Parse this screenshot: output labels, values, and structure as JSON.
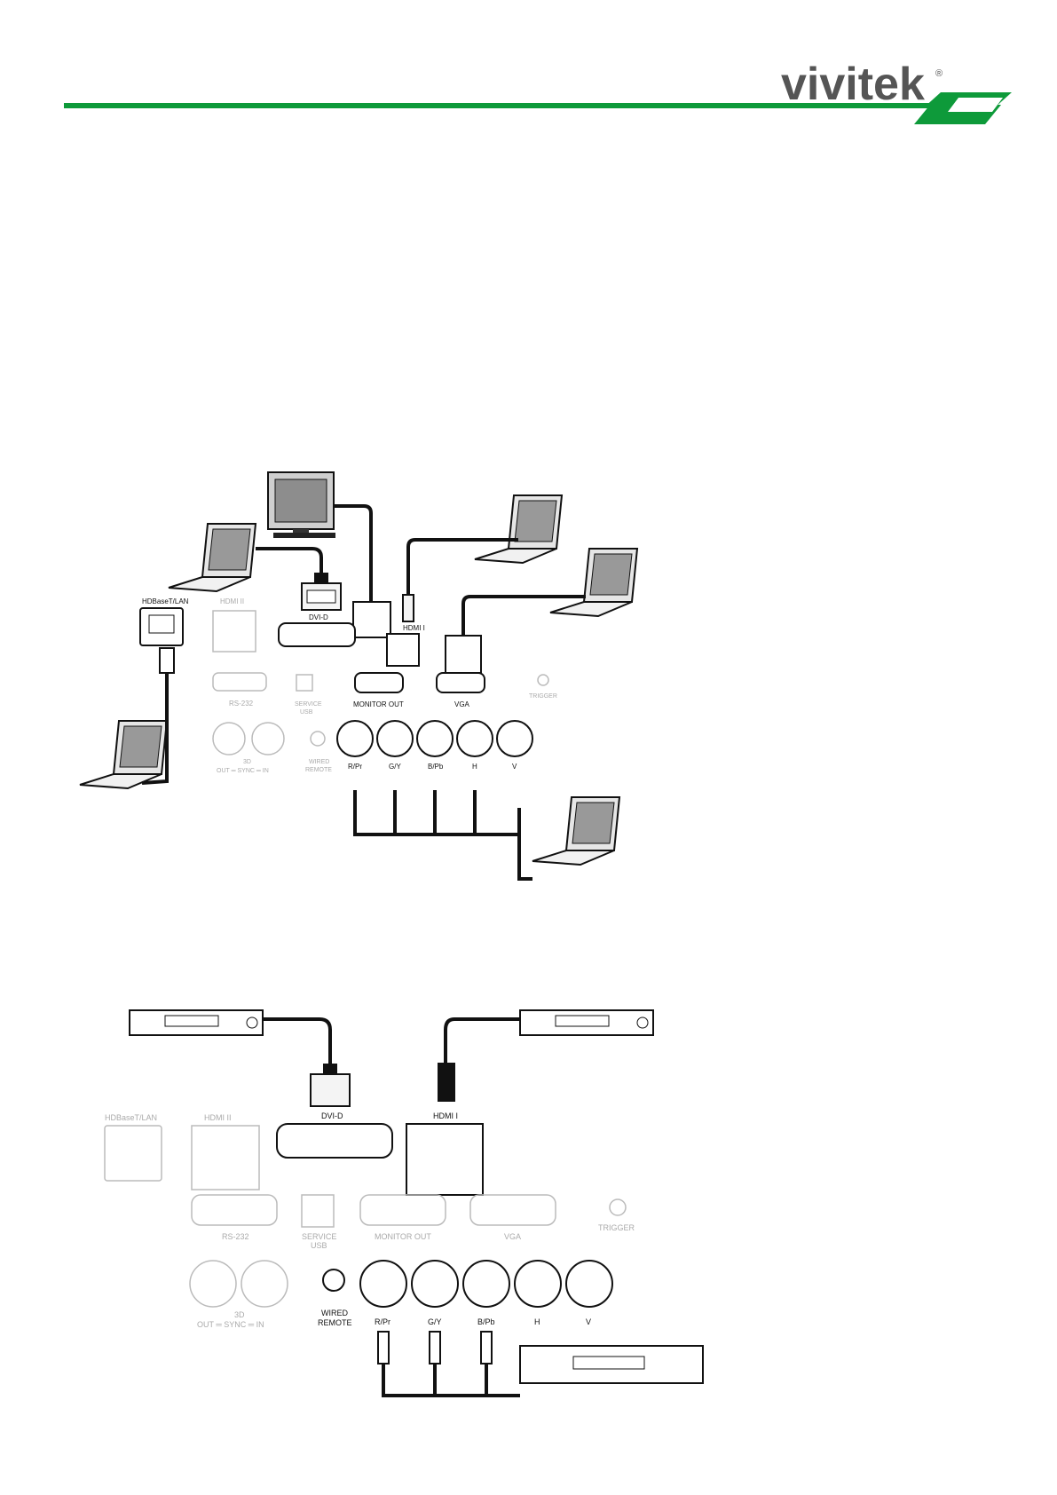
{
  "header": {
    "brand": "vivitek",
    "registered_mark": "®",
    "accent_color": "#0e9a3a"
  },
  "diagram1": {
    "ports": {
      "hdbaset": "HDBaseT/LAN",
      "hdmi2": "HDMI II",
      "dvid": "DVI-D",
      "hdmi1": "HDMI I",
      "rs232": "RS-232",
      "service_usb": "SERVICE",
      "service_usb2": "USB",
      "monitor_out": "MONITOR OUT",
      "vga": "VGA",
      "trigger": "TRIGGER",
      "threed": "3D",
      "sync": "OUT ═ SYNC ═ IN",
      "wired_remote": "WIRED",
      "wired_remote2": "REMOTE",
      "bnc_r": "R/Pr",
      "bnc_g": "G/Y",
      "bnc_b": "B/Pb",
      "bnc_h": "H",
      "bnc_v": "V"
    }
  },
  "diagram2": {
    "ports": {
      "hdbaset": "HDBaseT/LAN",
      "hdmi2": "HDMI II",
      "dvid": "DVI-D",
      "hdmi1": "HDMI I",
      "rs232": "RS-232",
      "service_usb": "SERVICE",
      "service_usb2": "USB",
      "monitor_out": "MONITOR OUT",
      "vga": "VGA",
      "trigger": "TRIGGER",
      "threed": "3D",
      "sync": "OUT ═ SYNC ═ IN",
      "wired_remote": "WIRED",
      "wired_remote2": "REMOTE",
      "bnc_r": "R/Pr",
      "bnc_g": "G/Y",
      "bnc_b": "B/Pb",
      "bnc_h": "H",
      "bnc_v": "V"
    }
  }
}
